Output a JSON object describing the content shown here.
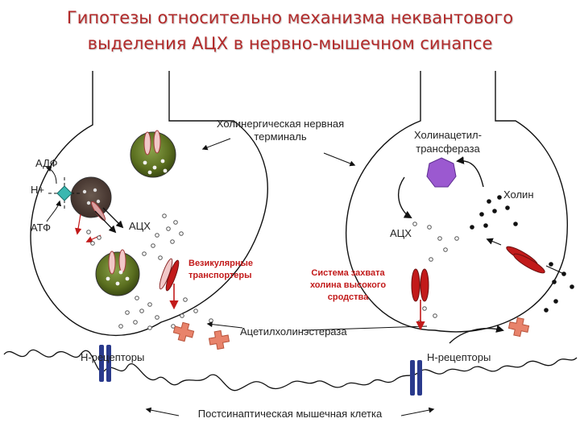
{
  "title": {
    "line1": "Гипотезы относительно механизма неквантового",
    "line2": "выделения АЦХ в нервно-мышечном синапсе"
  },
  "labels": {
    "terminal_line1": "Холинергическая нервная",
    "terminal_line2": "терминаль",
    "cat_line1": "Холинацетил-",
    "cat_line2": "трансфераза",
    "adp": "АДФ",
    "hplus": "H+",
    "atp": "АТФ",
    "ach_left": "АЦХ",
    "ach_right": "АЦХ",
    "choline": "Холин",
    "vesicular_line1": "Везикулярные",
    "vesicular_line2": "транспортеры",
    "uptake_line1": "Система захвата",
    "uptake_line2": "холина высокого",
    "uptake_line3": "сродства",
    "ache": "Ацетилхолинэстераза",
    "nrec_left": "Н-рецепторы",
    "nrec_right": "Н-рецепторы",
    "muscle": "Постсинаптическая мышечная клетка"
  },
  "colors": {
    "title": "#b22a2a",
    "transporter_red": "#c21a1a",
    "vesicle_green": "#5a6e1f",
    "enzyme_purple": "#9b59d0",
    "receptor_blue": "#2a3a8c",
    "ache_salmon": "#e8836b"
  }
}
